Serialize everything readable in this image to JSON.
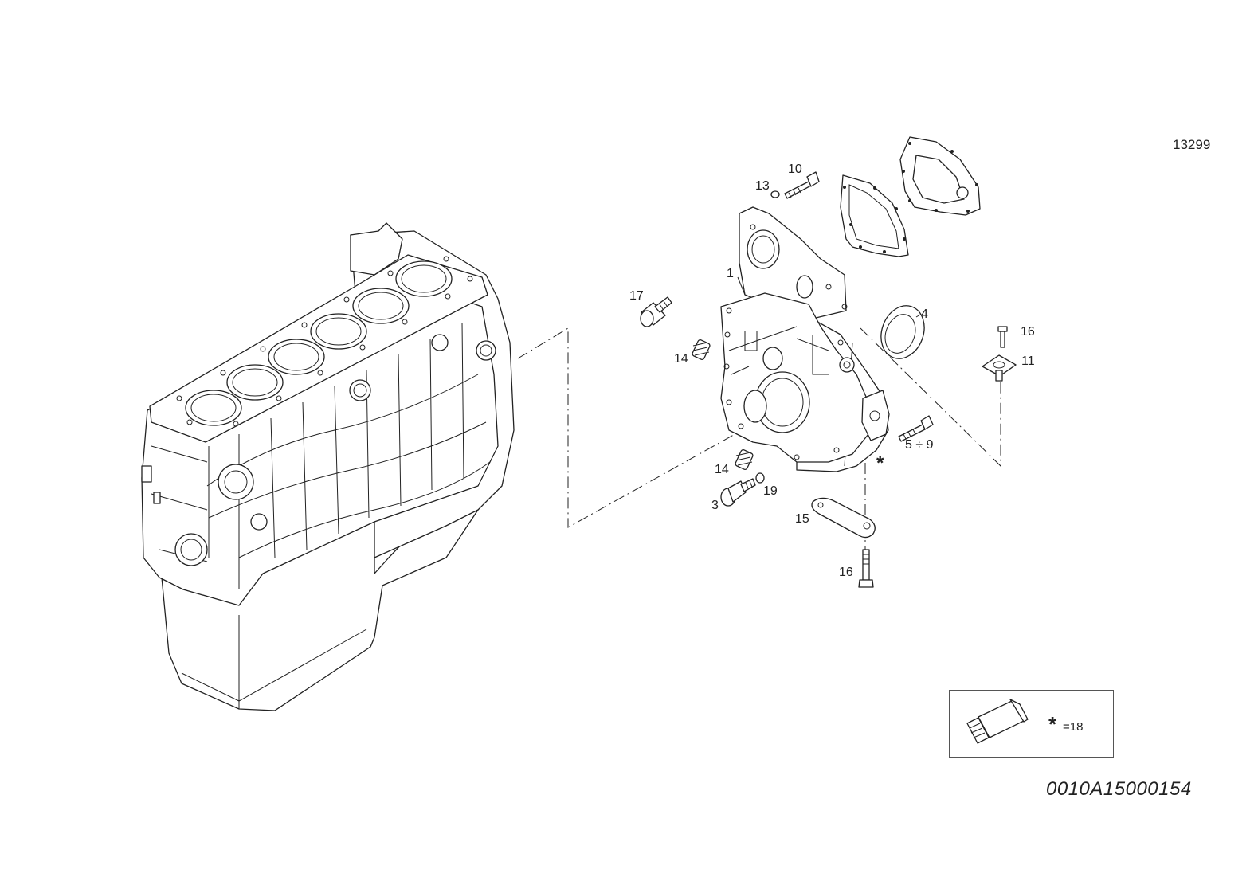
{
  "drawing": {
    "sheet_number": "13299",
    "drawing_code": "0010A15000154"
  },
  "callouts": {
    "c1": "1",
    "c3": "3",
    "c4": "4",
    "c5_9": "5 ÷ 9",
    "c10": "10",
    "c11": "11",
    "c13": "13",
    "c14_upper": "14",
    "c14_lower": "14",
    "c15": "15",
    "c16_upper": "16",
    "c16_lower": "16",
    "c17": "17",
    "c19": "19",
    "asterisk": "*"
  },
  "legend": {
    "symbol": "*",
    "text": "=18",
    "icon": "sealant-tube-icon"
  }
}
